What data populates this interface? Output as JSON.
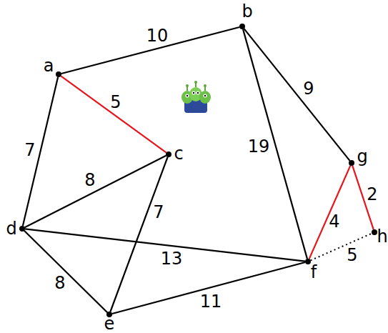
{
  "diagram": {
    "nodes": [
      {
        "text": [
          "a"
        ]
      },
      {
        "text": [
          "b"
        ]
      },
      {
        "text": [
          "c"
        ]
      },
      {
        "text": [
          "d"
        ]
      },
      {
        "text": [
          "e"
        ]
      },
      {
        "text": [
          "f"
        ]
      },
      {
        "text": [
          "g"
        ]
      },
      {
        "text": [
          "h"
        ]
      }
    ],
    "edges": [
      {
        "from": 0,
        "to": 1,
        "arrow": "none",
        "label": "10"
      },
      {
        "from": 0,
        "to": 2,
        "arrow": "none",
        "label": "5"
      },
      {
        "from": 0,
        "to": 3,
        "arrow": "none",
        "label": "7"
      },
      {
        "from": 1,
        "to": 5,
        "arrow": "none",
        "label": "19"
      },
      {
        "from": 1,
        "to": 6,
        "arrow": "none",
        "label": "9"
      },
      {
        "from": 2,
        "to": 3,
        "arrow": "none",
        "label": "8"
      },
      {
        "from": 2,
        "to": 4,
        "arrow": "none",
        "label": "7"
      },
      {
        "from": 3,
        "to": 4,
        "arrow": "none",
        "label": "8"
      },
      {
        "from": 3,
        "to": 5,
        "arrow": "none",
        "label": "13"
      },
      {
        "from": 4,
        "to": 5,
        "arrow": "none",
        "label": "11"
      },
      {
        "from": 5,
        "to": 6,
        "arrow": "none",
        "label": "4"
      },
      {
        "from": 6,
        "to": 7,
        "arrow": "none",
        "label": "2"
      },
      {
        "from": 5,
        "to": 7,
        "arrow": "none",
        "label": "5"
      }
    ]
  }
}
